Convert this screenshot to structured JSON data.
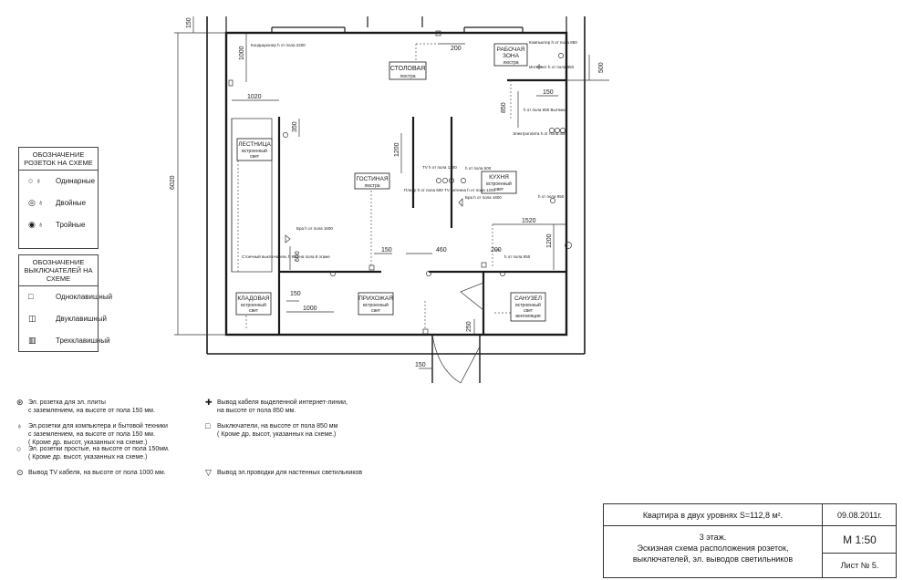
{
  "plan": {
    "rooms": [
      {
        "name": "СТОЛОВАЯ",
        "sub": "люстра"
      },
      {
        "name": "РАБОЧАЯ ЗОНА",
        "sub": "люстра"
      },
      {
        "name": "ЛЕСТНИЦА",
        "sub": "встроенный свет"
      },
      {
        "name": "ГОСТИНАЯ",
        "sub": "люстра"
      },
      {
        "name": "КУХНЯ",
        "sub": "встроенный свет"
      },
      {
        "name": "КЛАДОВАЯ",
        "sub": "встроенный свет"
      },
      {
        "name": "ПРИХОЖАЯ",
        "sub": "встроенный свет"
      },
      {
        "name": "САНУЗЕЛ",
        "sub": "встроенный свет вентиляция"
      }
    ],
    "dimensions": [
      "150",
      "1000",
      "200",
      "500",
      "1020",
      "350",
      "150",
      "850",
      "1200",
      "6020",
      "1520",
      "1200",
      "150",
      "460",
      "200",
      "600",
      "150",
      "1000",
      "250",
      "150"
    ],
    "annotations": {
      "conditioner": "Кондиционер h от пола 2200",
      "computer": "Компьютер h от пола 850",
      "internet": "Интернет h от пола 850",
      "hood": "h от пола 950 Вытяжка",
      "hood2": "h от пола 950",
      "stove": "Электроплита h от пола 400",
      "tv": "TV h от пола 1200",
      "tv2": "h от пола 600",
      "player": "Плеер h от пола 600 TV антенна h от пола 1200",
      "bra": "Бра h от пола 1600",
      "bra2": "Бра h от пола 1600",
      "kitchen_socket": "h от пола 950",
      "switch_850": "h от пола 850",
      "stair_switch": "Стоечный выключатель h 850 на пола 8 этаже"
    }
  },
  "legend_sockets": {
    "title": "ОБОЗНАЧЕНИЕ РОЗЕТОК НА СХЕМЕ",
    "rows": [
      {
        "label": "Одинарные"
      },
      {
        "label": "Двойные"
      },
      {
        "label": "Тройные"
      }
    ]
  },
  "legend_switches": {
    "title": "ОБОЗНАЧЕНИЕ ВЫКЛЮЧАТЕЛЕЙ НА СХЕМЕ",
    "rows": [
      {
        "label": "Одноклавишный"
      },
      {
        "label": "Двуклавишный"
      },
      {
        "label": "Трехклавишный"
      }
    ]
  },
  "notes": {
    "stove_socket": "Эл. розетка для эл. плиты\nс заземлением, на высоте от пола 150 мм.",
    "computer_socket": "Эл.розетки для компьютера и бытовой техники\nс заземлением, на высоте от пола 150 мм.\n( Кроме др. высот, указанных на схеме.)",
    "simple_socket": "Эл. розетки простые, на высоте от пола 150мм.\n( Кроме др. высот, указанных на схеме.)",
    "tv_cable": "Вывод TV кабеля, на высоте от пола 1000 мм.",
    "internet_cable": "Вывод кабеля выделенной интернет-линии,\nна высоте от пола 850 мм.",
    "switches": "Выключатели, на высоте от пола 850 мм\n( Кроме др. высот, указанных на схеме.)",
    "wall_lights": "Вывод эл.проводки для настенных светильников"
  },
  "stamp": {
    "title": "Квартира в двух уровнях S=112,8 м².",
    "date": "09.08.2011г.",
    "floor": "3 этаж.",
    "scale": "М 1:50",
    "desc1": "Эскизная схема расположения розеток,",
    "desc2": "выключателей, эл. выводов светильников",
    "sheet": "Лист № 5."
  }
}
